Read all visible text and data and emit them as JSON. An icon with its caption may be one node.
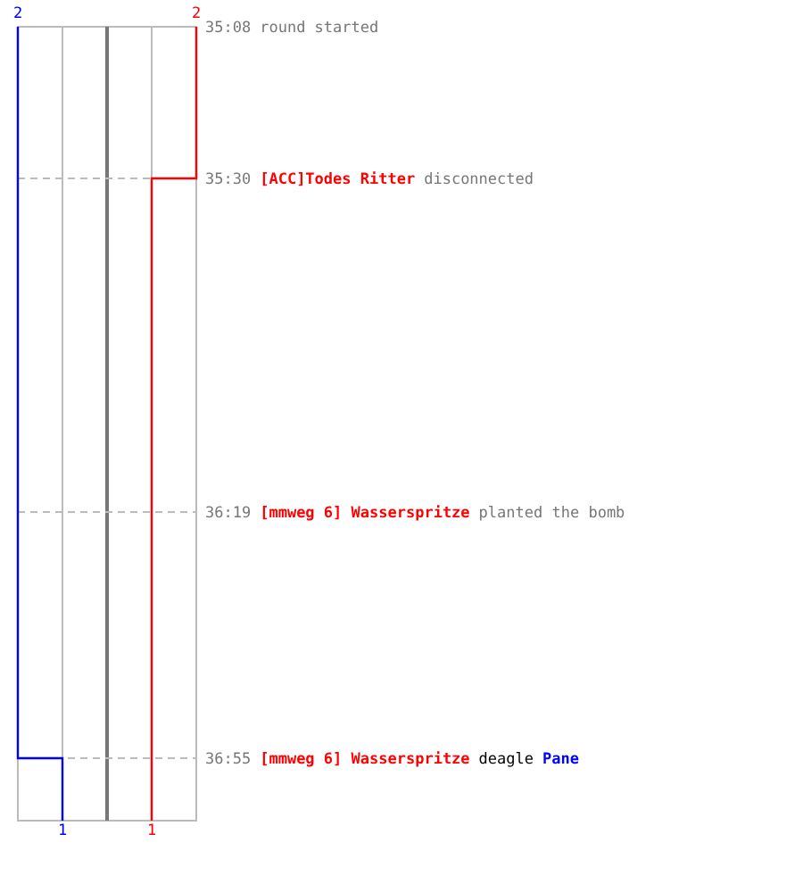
{
  "diagram": {
    "labels": [
      "2",
      "2",
      "35:08",
      "round started",
      "35:30",
      "[ACC]Todes Ritter",
      "disconnected",
      "36:19",
      "[mmweg 6] Wasserspritze",
      "planted the bomb",
      "36:55",
      "[mmweg 6] Wasserspritze",
      "deagle",
      "Pane",
      "1",
      "1"
    ]
  }
}
